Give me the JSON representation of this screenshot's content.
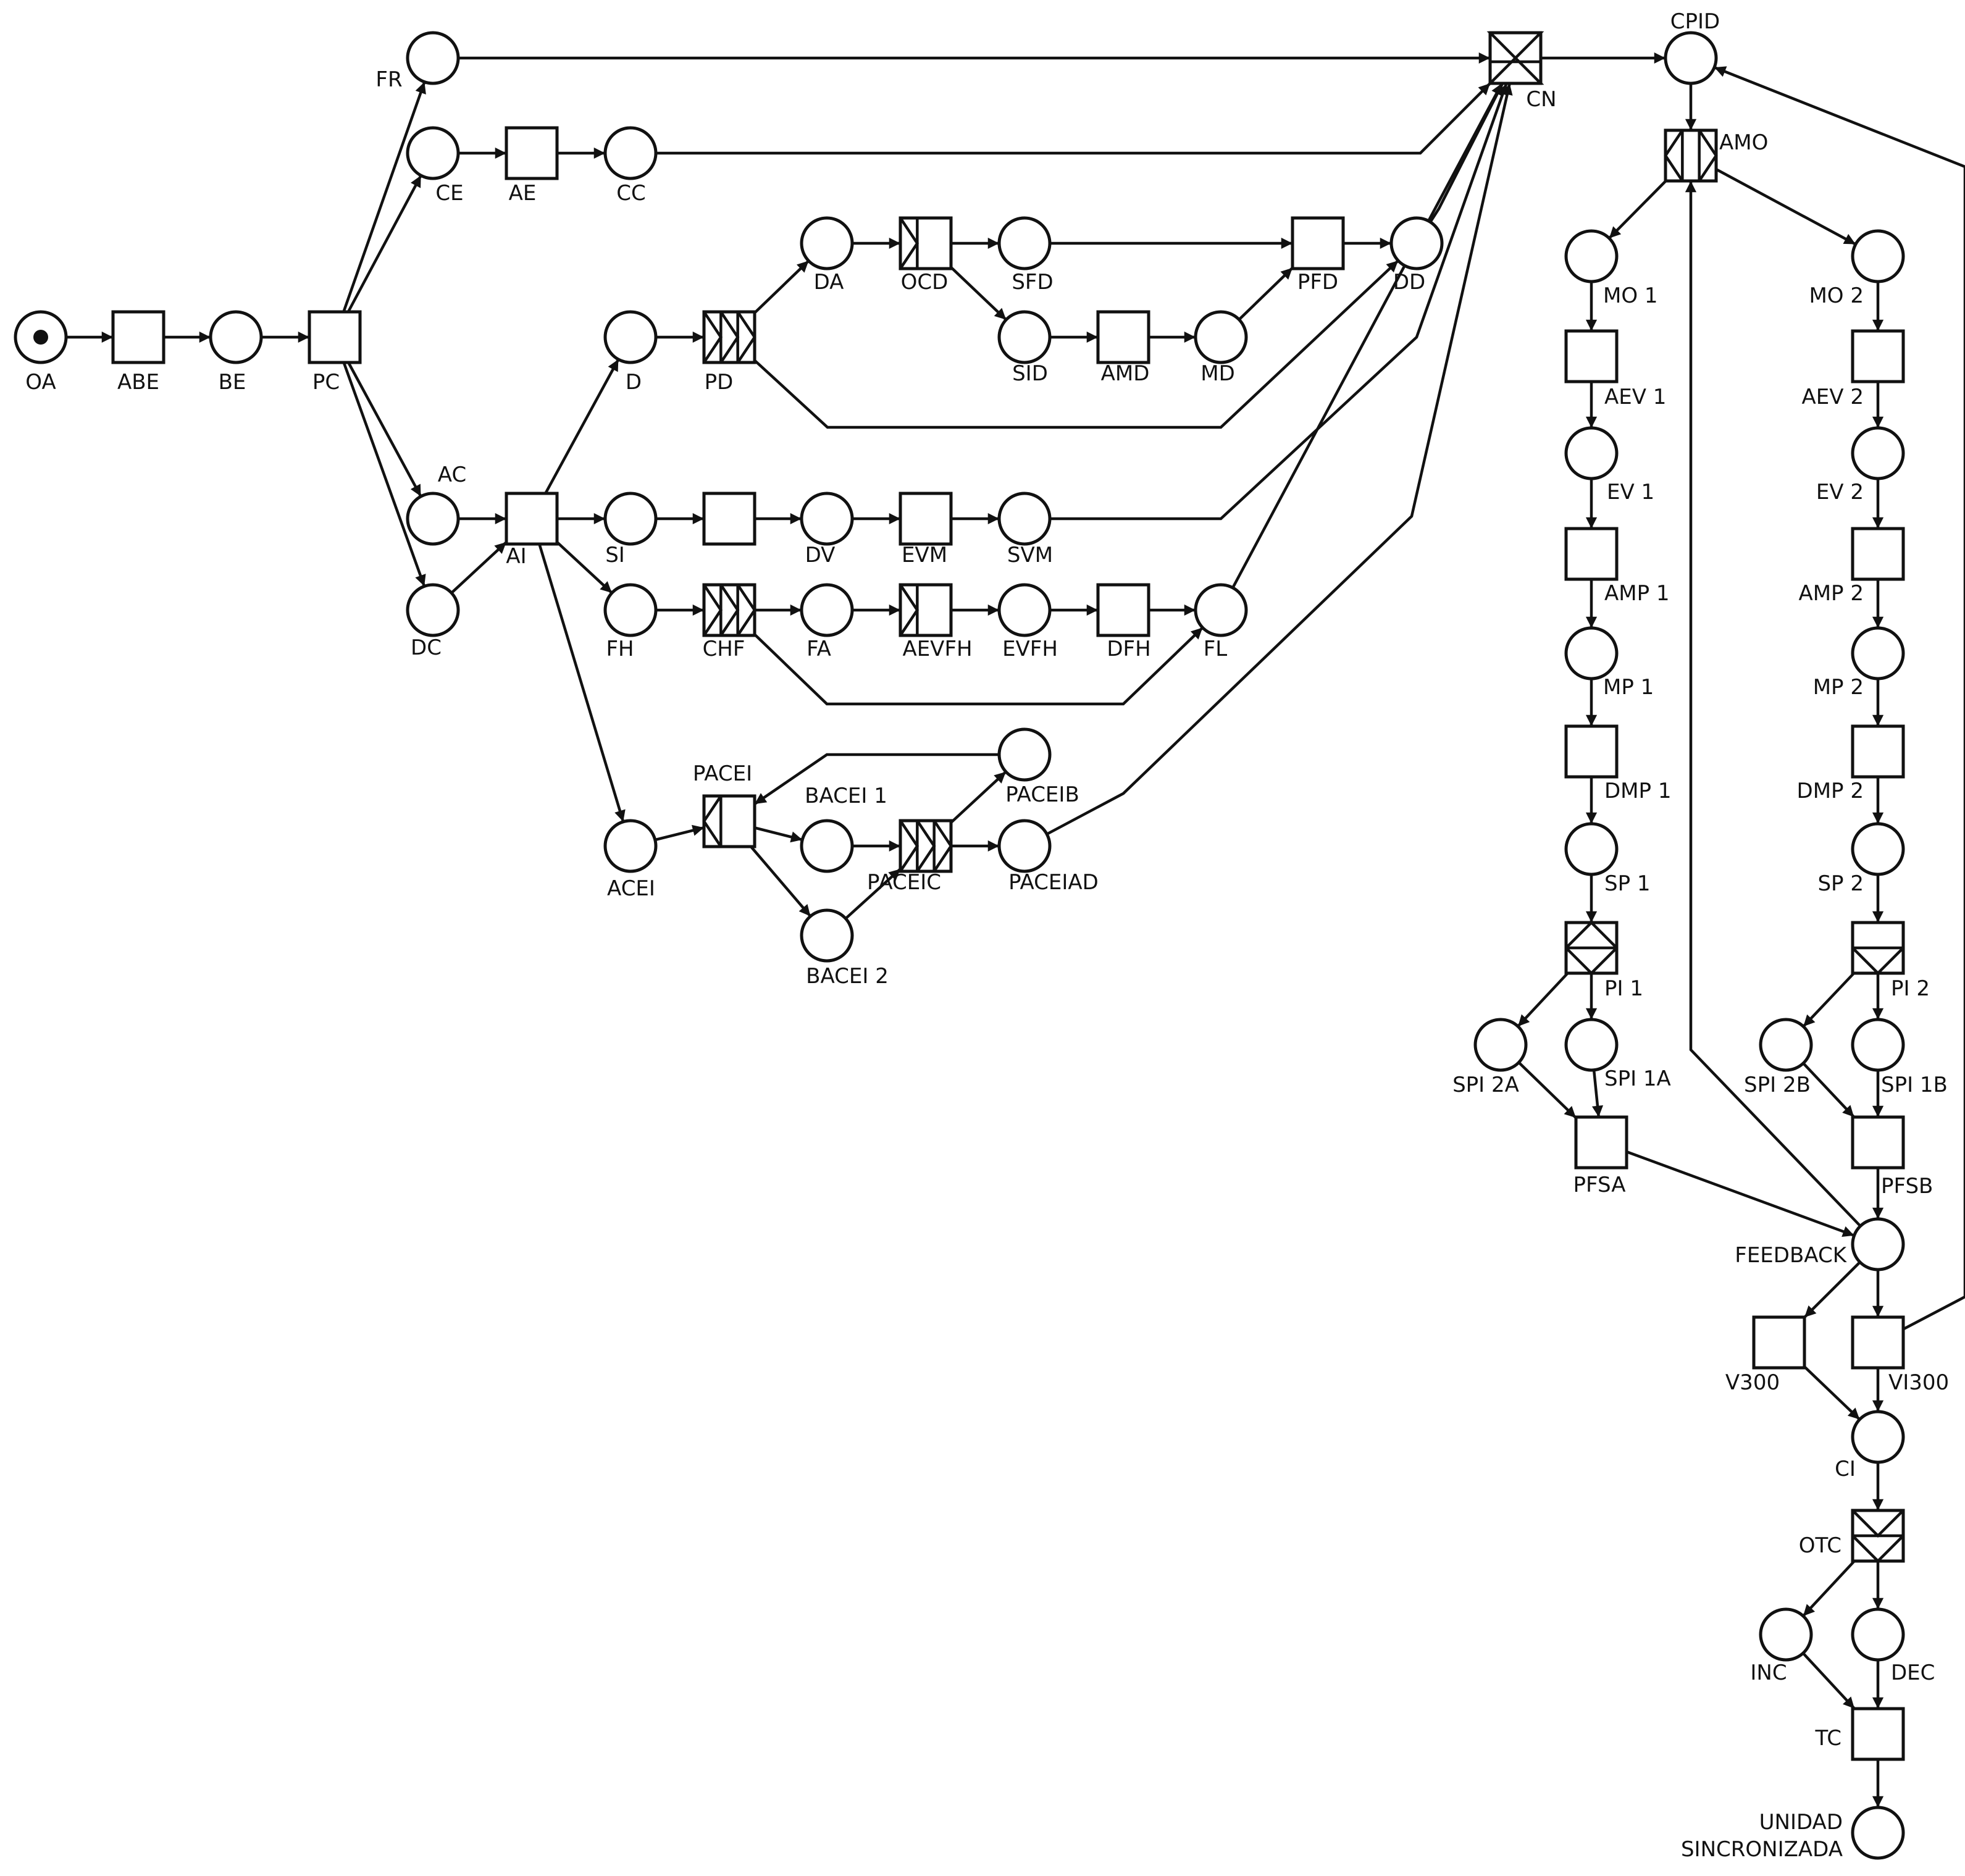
{
  "colors": {
    "ink": "#111111",
    "background": "#ffffff"
  },
  "nodes": {
    "OA": {
      "label": "OA",
      "kind": "place"
    },
    "ABE": {
      "label": "ABE",
      "kind": "transition"
    },
    "BE": {
      "label": "BE",
      "kind": "place"
    },
    "PC": {
      "label": "PC",
      "kind": "transition"
    },
    "FR": {
      "label": "FR",
      "kind": "place"
    },
    "CE": {
      "label": "CE",
      "kind": "place"
    },
    "AE": {
      "label": "AE",
      "kind": "transition"
    },
    "CC": {
      "label": "CC",
      "kind": "place"
    },
    "AC": {
      "label": "AC",
      "kind": "place"
    },
    "DC": {
      "label": "DC",
      "kind": "place"
    },
    "AI": {
      "label": "AI",
      "kind": "transition"
    },
    "D": {
      "label": "D",
      "kind": "place"
    },
    "PD": {
      "label": "PD",
      "kind": "transition"
    },
    "DA": {
      "label": "DA",
      "kind": "place"
    },
    "OCD": {
      "label": "OCD",
      "kind": "transition"
    },
    "SFD": {
      "label": "SFD",
      "kind": "place"
    },
    "PFD": {
      "label": "PFD",
      "kind": "transition"
    },
    "DD": {
      "label": "DD",
      "kind": "place"
    },
    "SID": {
      "label": "SID",
      "kind": "place"
    },
    "AMD": {
      "label": "AMD",
      "kind": "transition"
    },
    "MD": {
      "label": "MD",
      "kind": "place"
    },
    "SI": {
      "label": "SI",
      "kind": "place"
    },
    "T_SI": {
      "label": "",
      "kind": "transition"
    },
    "DV": {
      "label": "DV",
      "kind": "place"
    },
    "EVM": {
      "label": "EVM",
      "kind": "transition"
    },
    "SVM": {
      "label": "SVM",
      "kind": "place"
    },
    "FH": {
      "label": "FH",
      "kind": "place"
    },
    "CHF": {
      "label": "CHF",
      "kind": "transition"
    },
    "FA": {
      "label": "FA",
      "kind": "place"
    },
    "AEVFH": {
      "label": "AEVFH",
      "kind": "transition"
    },
    "EVFH": {
      "label": "EVFH",
      "kind": "place"
    },
    "DFH": {
      "label": "DFH",
      "kind": "transition"
    },
    "FL": {
      "label": "FL",
      "kind": "place"
    },
    "ACEI": {
      "label": "ACEI",
      "kind": "place"
    },
    "PACEI": {
      "label": "PACEI",
      "kind": "transition"
    },
    "BACEI1": {
      "label": "BACEI 1",
      "kind": "place"
    },
    "BACEI2": {
      "label": "BACEI 2",
      "kind": "place"
    },
    "PACEIC": {
      "label": "PACEIC",
      "kind": "transition"
    },
    "PACEIB": {
      "label": "PACEIB",
      "kind": "place"
    },
    "PACEIAD": {
      "label": "PACEIAD",
      "kind": "place"
    },
    "CN": {
      "label": "CN",
      "kind": "transition"
    },
    "CPID": {
      "label": "CPID",
      "kind": "place"
    },
    "AMO": {
      "label": "AMO",
      "kind": "transition"
    },
    "MO1": {
      "label": "MO 1",
      "kind": "place"
    },
    "AEV1": {
      "label": "AEV 1",
      "kind": "transition"
    },
    "EV1": {
      "label": "EV 1",
      "kind": "place"
    },
    "AMP1": {
      "label": "AMP 1",
      "kind": "transition"
    },
    "MP1": {
      "label": "MP 1",
      "kind": "place"
    },
    "DMP1": {
      "label": "DMP 1",
      "kind": "transition"
    },
    "SP1": {
      "label": "SP 1",
      "kind": "place"
    },
    "PI1": {
      "label": "PI 1",
      "kind": "transition"
    },
    "SPI2A": {
      "label": "SPI 2A",
      "kind": "place"
    },
    "SPI1A": {
      "label": "SPI 1A",
      "kind": "place"
    },
    "PFSA": {
      "label": "PFSA",
      "kind": "transition"
    },
    "MO2": {
      "label": "MO 2",
      "kind": "place"
    },
    "AEV2": {
      "label": "AEV 2",
      "kind": "transition"
    },
    "EV2": {
      "label": "EV 2",
      "kind": "place"
    },
    "AMP2": {
      "label": "AMP 2",
      "kind": "transition"
    },
    "MP2": {
      "label": "MP 2",
      "kind": "place"
    },
    "DMP2": {
      "label": "DMP 2",
      "kind": "transition"
    },
    "SP2": {
      "label": "SP 2",
      "kind": "place"
    },
    "PI2": {
      "label": "PI 2",
      "kind": "transition"
    },
    "SPI2B": {
      "label": "SPI 2B",
      "kind": "place"
    },
    "SPI1B": {
      "label": "SPI 1B",
      "kind": "place"
    },
    "PFSB": {
      "label": "PFSB",
      "kind": "transition"
    },
    "FEEDBACK": {
      "label": "FEEDBACK",
      "kind": "place"
    },
    "V300": {
      "label": "V300",
      "kind": "transition"
    },
    "VI300": {
      "label": "VI300",
      "kind": "transition"
    },
    "CI": {
      "label": "CI",
      "kind": "place"
    },
    "OTC": {
      "label": "OTC",
      "kind": "transition"
    },
    "INC": {
      "label": "INC",
      "kind": "place"
    },
    "DEC": {
      "label": "DEC",
      "kind": "place"
    },
    "TC": {
      "label": "TC",
      "kind": "transition"
    },
    "UNIDAD": {
      "label": "UNIDAD",
      "label2": "SINCRONIZADA",
      "kind": "place"
    }
  },
  "arcs": [
    [
      "OA",
      "ABE"
    ],
    [
      "ABE",
      "BE"
    ],
    [
      "BE",
      "PC"
    ],
    [
      "PC",
      "FR"
    ],
    [
      "PC",
      "CE"
    ],
    [
      "PC",
      "AC"
    ],
    [
      "PC",
      "DC"
    ],
    [
      "CE",
      "AE"
    ],
    [
      "AE",
      "CC"
    ],
    [
      "AC",
      "AI"
    ],
    [
      "DC",
      "AI"
    ],
    [
      "AI",
      "D"
    ],
    [
      "AI",
      "SI"
    ],
    [
      "AI",
      "FH"
    ],
    [
      "AI",
      "ACEI"
    ],
    [
      "D",
      "PD"
    ],
    [
      "PD",
      "DA"
    ],
    [
      "DA",
      "OCD"
    ],
    [
      "OCD",
      "SFD"
    ],
    [
      "OCD",
      "SID"
    ],
    [
      "SFD",
      "PFD"
    ],
    [
      "SID",
      "AMD"
    ],
    [
      "AMD",
      "MD"
    ],
    [
      "MD",
      "PFD"
    ],
    [
      "PFD",
      "DD"
    ],
    [
      "PD",
      "DD"
    ],
    [
      "SI",
      "T_SI"
    ],
    [
      "T_SI",
      "DV"
    ],
    [
      "DV",
      "EVM"
    ],
    [
      "EVM",
      "SVM"
    ],
    [
      "FH",
      "CHF"
    ],
    [
      "CHF",
      "FA"
    ],
    [
      "FA",
      "AEVFH"
    ],
    [
      "AEVFH",
      "EVFH"
    ],
    [
      "EVFH",
      "DFH"
    ],
    [
      "DFH",
      "FL"
    ],
    [
      "CHF",
      "FL"
    ],
    [
      "ACEI",
      "PACEI"
    ],
    [
      "PACEI",
      "BACEI1"
    ],
    [
      "PACEI",
      "BACEI2"
    ],
    [
      "BACEI1",
      "PACEIC"
    ],
    [
      "BACEI2",
      "PACEIC"
    ],
    [
      "PACEIC",
      "PACEIB"
    ],
    [
      "PACEIC",
      "PACEIAD"
    ],
    [
      "PACEIB",
      "PACEI"
    ],
    [
      "FR",
      "CN"
    ],
    [
      "CC",
      "CN"
    ],
    [
      "DD",
      "CN"
    ],
    [
      "SVM",
      "CN"
    ],
    [
      "FL",
      "CN"
    ],
    [
      "PACEIAD",
      "CN"
    ],
    [
      "CN",
      "CPID"
    ],
    [
      "CPID",
      "AMO"
    ],
    [
      "AMO",
      "MO1"
    ],
    [
      "AMO",
      "MO2"
    ],
    [
      "MO1",
      "AEV1"
    ],
    [
      "AEV1",
      "EV1"
    ],
    [
      "EV1",
      "AMP1"
    ],
    [
      "AMP1",
      "MP1"
    ],
    [
      "MP1",
      "DMP1"
    ],
    [
      "DMP1",
      "SP1"
    ],
    [
      "SP1",
      "PI1"
    ],
    [
      "PI1",
      "SPI2A"
    ],
    [
      "PI1",
      "SPI1A"
    ],
    [
      "SPI2A",
      "PFSA"
    ],
    [
      "SPI1A",
      "PFSA"
    ],
    [
      "PFSA",
      "FEEDBACK"
    ],
    [
      "MO2",
      "AEV2"
    ],
    [
      "AEV2",
      "EV2"
    ],
    [
      "EV2",
      "AMP2"
    ],
    [
      "AMP2",
      "MP2"
    ],
    [
      "MP2",
      "DMP2"
    ],
    [
      "DMP2",
      "SP2"
    ],
    [
      "SP2",
      "PI2"
    ],
    [
      "PI2",
      "SPI2B"
    ],
    [
      "PI2",
      "SPI1B"
    ],
    [
      "SPI2B",
      "PFSB"
    ],
    [
      "SPI1B",
      "PFSB"
    ],
    [
      "PFSB",
      "FEEDBACK"
    ],
    [
      "FEEDBACK",
      "AMO"
    ],
    [
      "FEEDBACK",
      "V300"
    ],
    [
      "FEEDBACK",
      "VI300"
    ],
    [
      "VI300",
      "CPID"
    ],
    [
      "V300",
      "CI"
    ],
    [
      "VI300",
      "CI"
    ],
    [
      "CI",
      "OTC"
    ],
    [
      "OTC",
      "INC"
    ],
    [
      "OTC",
      "DEC"
    ],
    [
      "INC",
      "TC"
    ],
    [
      "DEC",
      "TC"
    ],
    [
      "TC",
      "UNIDAD"
    ]
  ]
}
